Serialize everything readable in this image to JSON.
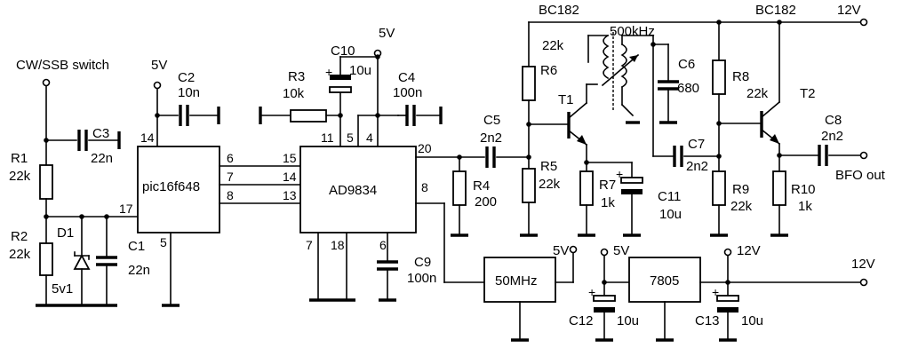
{
  "labels": {
    "cw_ssb_switch": "CW/SSB switch",
    "bfo_out": "BFO out",
    "v5_c2": "5V",
    "v5_c10": "5V",
    "v5_osc": "5V",
    "v5_reg": "5V",
    "v12_top": "12V",
    "v12_reg": "12V",
    "v12_right": "12V",
    "bc182_t1": "BC182",
    "bc182_t2": "BC182",
    "freq_500k": "500kHz"
  },
  "ics": {
    "pic": "pic16f648",
    "dds": "AD9834",
    "osc": "50MHz",
    "reg": "7805"
  },
  "pins": {
    "pic_14": "14",
    "pic_17": "17",
    "pic_5": "5",
    "pic_6": "6",
    "pic_7": "7",
    "pic_8": "8",
    "dds_15": "15",
    "dds_14": "14",
    "dds_13": "13",
    "dds_11": "11",
    "dds_5": "5",
    "dds_4": "4",
    "dds_20": "20",
    "dds_8": "8",
    "dds_7": "7",
    "dds_18": "18",
    "dds_6": "6"
  },
  "components": {
    "R1": {
      "name": "R1",
      "value": "22k"
    },
    "R2": {
      "name": "R2",
      "value": "22k"
    },
    "D1": {
      "name": "D1",
      "value": "5v1"
    },
    "C1": {
      "name": "C1",
      "value": "22n"
    },
    "C2": {
      "name": "C2",
      "value": "10n"
    },
    "C3": {
      "name": "C3",
      "value": "22n"
    },
    "R3": {
      "name": "R3",
      "value": "10k"
    },
    "C10": {
      "name": "C10",
      "value": "10u"
    },
    "C4": {
      "name": "C4",
      "value": "100n"
    },
    "C9": {
      "name": "C9",
      "value": "100n"
    },
    "R4": {
      "name": "R4",
      "value": "200"
    },
    "C5": {
      "name": "C5",
      "value": "2n2"
    },
    "R5": {
      "name": "R5",
      "value": "22k"
    },
    "R6": {
      "name": "R6",
      "value": "22k"
    },
    "T1": {
      "name": "T1"
    },
    "R7": {
      "name": "R7",
      "value": "1k"
    },
    "C11": {
      "name": "C11",
      "value": "10u"
    },
    "C6": {
      "name": "C6",
      "value": "680"
    },
    "C7": {
      "name": "C7",
      "value": "2n2"
    },
    "R8": {
      "name": "R8",
      "value": "22k"
    },
    "R9": {
      "name": "R9",
      "value": "22k"
    },
    "T2": {
      "name": "T2"
    },
    "R10": {
      "name": "R10",
      "value": "1k"
    },
    "C8": {
      "name": "C8",
      "value": "2n2"
    },
    "C12": {
      "name": "C12",
      "value": "10u"
    },
    "C13": {
      "name": "C13",
      "value": "10u"
    }
  }
}
